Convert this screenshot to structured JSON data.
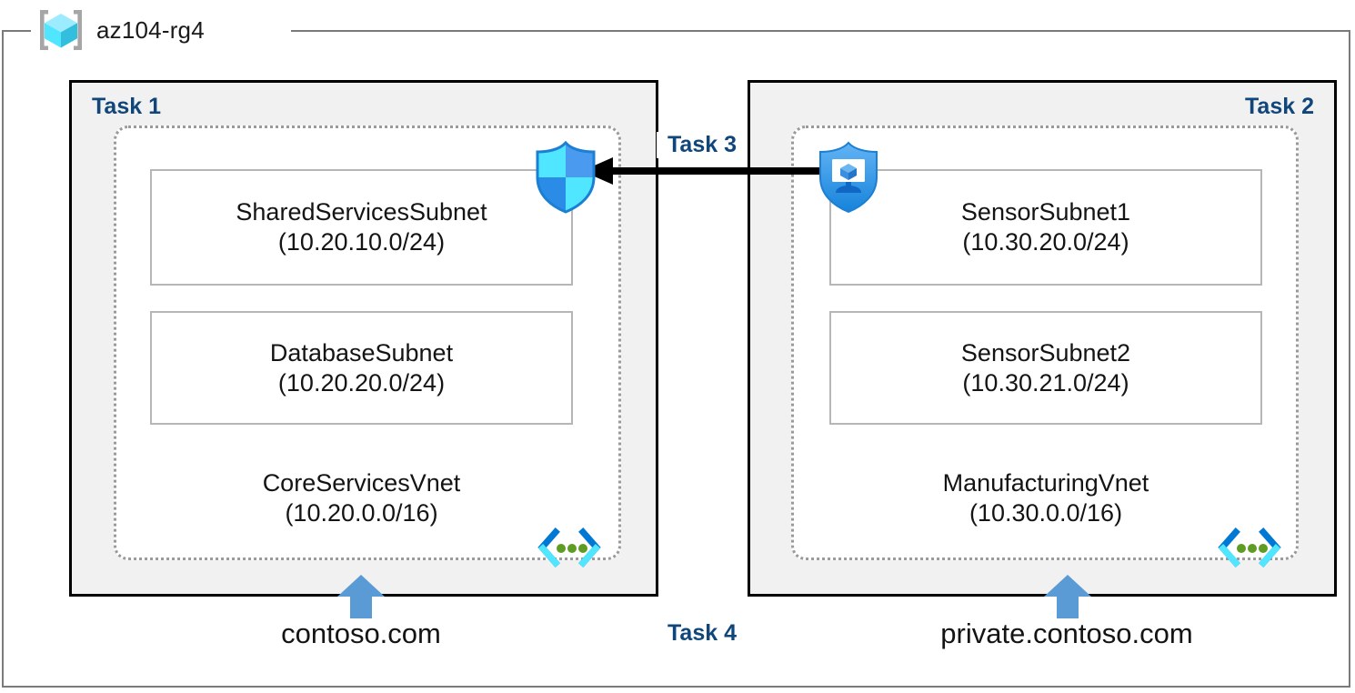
{
  "resource_group": {
    "name": "az104-rg4",
    "icon": "resource-group-cube-icon"
  },
  "groups": [
    {
      "task_label": "Task 1",
      "label_align": "left",
      "vnet": {
        "name": "CoreServicesVnet",
        "cidr": "(10.20.0.0/16)",
        "icon": "virtual-network-icon"
      },
      "subnets": [
        {
          "name": "SharedServicesSubnet",
          "cidr": "(10.20.10.0/24)"
        },
        {
          "name": "DatabaseSubnet",
          "cidr": "(10.20.20.0/24)"
        }
      ],
      "dns_zone": "contoso.com",
      "dns_arrow_icon": "up-arrow-icon"
    },
    {
      "task_label": "Task 2",
      "label_align": "right",
      "vnet": {
        "name": "ManufacturingVnet",
        "cidr": "(10.30.0.0/16)",
        "icon": "virtual-network-icon"
      },
      "subnets": [
        {
          "name": "SensorSubnet1",
          "cidr": "(10.30.20.0/24)"
        },
        {
          "name": "SensorSubnet2",
          "cidr": "(10.30.21.0/24)"
        }
      ],
      "dns_zone": "private.contoso.com",
      "dns_arrow_icon": "up-arrow-icon"
    }
  ],
  "connection": {
    "task_label": "Task 3",
    "arrow_direction": "left",
    "arrow_color": "#000000",
    "source_icon": "shield-vm-bastion-icon",
    "target_icon": "shield-nsg-icon"
  },
  "dns_task": {
    "task_label": "Task 4"
  },
  "colors": {
    "task_label": "#11467b",
    "task_box_fill": "#f1f1f1",
    "task_box_border": "#000000",
    "vnet_dotted_border": "#9a9a9a",
    "subnet_border": "#b6b6b6",
    "outer_frame": "#7a7a7a",
    "dns_arrow": "#5b9bd5",
    "shield_cyan": "#50e6ff",
    "shield_blue": "#0078d4",
    "vnet_icon_green": "#5e9c23",
    "vnet_icon_blue": "#0078d4",
    "vnet_icon_cyan": "#50e6ff",
    "text": "#141414"
  }
}
